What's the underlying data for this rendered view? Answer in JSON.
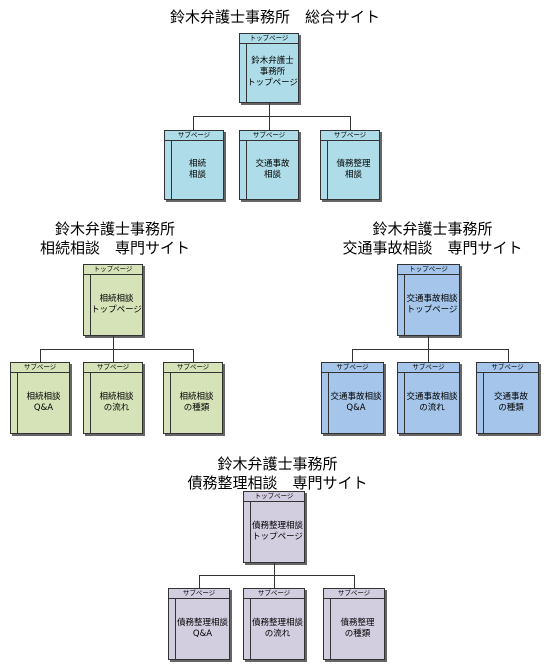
{
  "labels": {
    "top": "トップページ",
    "sub": "サブページ"
  },
  "trees": [
    {
      "id": "sogo",
      "title": "鈴木弁護士事務所　総合サイト",
      "root": "鈴木弁護士\n事務所\nトップページ",
      "children": [
        "相続\n相談",
        "交通事故\n相談",
        "債務整理\n相談"
      ]
    },
    {
      "id": "sozoku",
      "title": "鈴木弁護士事務所\n相続相談　専門サイト",
      "root": "相続相談\nトップページ",
      "children": [
        "相続相談\nQ&A",
        "相続相談\nの流れ",
        "相続相談\nの種類"
      ]
    },
    {
      "id": "kotsu",
      "title": "鈴木弁護士事務所\n交通事故相談　専門サイト",
      "root": "交通事故相談\nトップページ",
      "children": [
        "交通事故相談\nQ&A",
        "交通事故相談\nの流れ",
        "交通事故\nの種類"
      ]
    },
    {
      "id": "saimu",
      "title": "鈴木弁護士事務所\n債務整理相談　専門サイト",
      "root": "債務整理相談\nトップページ",
      "children": [
        "債務整理相談\nQ&A",
        "債務整理相談\nの流れ",
        "債務整理\nの種類"
      ]
    }
  ]
}
